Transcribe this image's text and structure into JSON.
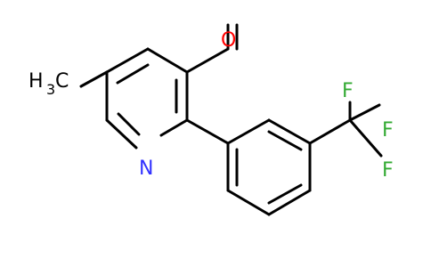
{
  "molecule": {
    "atoms": {
      "methyl_carbon": "C",
      "methyl_hydrogen": "H",
      "methyl_subscript": "3",
      "ring_nitrogen": "N",
      "aldehyde_oxygen": "O",
      "fluorine_1": "F",
      "fluorine_2": "F",
      "fluorine_3": "F"
    },
    "colors": {
      "bond": "#000000",
      "carbon": "#000000",
      "nitrogen": "#3333ff",
      "oxygen": "#ff0000",
      "fluorine": "#33aa33"
    }
  }
}
